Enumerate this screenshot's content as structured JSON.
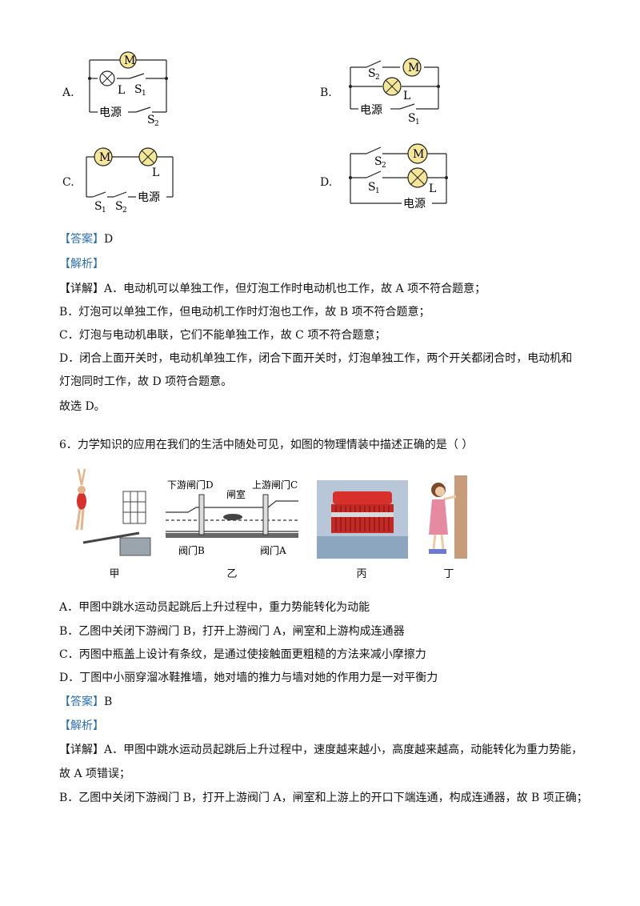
{
  "circuits": [
    {
      "letter": "A.",
      "m": "M",
      "l": "L",
      "s1": "S",
      "s1sub": "1",
      "s2": "S",
      "s2sub": "2",
      "power": "电源"
    },
    {
      "letter": "B.",
      "m": "M",
      "l": "L",
      "s1": "S",
      "s1sub": "1",
      "s2": "S",
      "s2sub": "2",
      "power": "电源"
    },
    {
      "letter": "C.",
      "m": "M",
      "l": "L",
      "s1": "S",
      "s1sub": "1",
      "s2": "S",
      "s2sub": "2",
      "power": "电源"
    },
    {
      "letter": "D.",
      "m": "M",
      "l": "L",
      "s1": "S",
      "s1sub": "1",
      "s2": "S",
      "s2sub": "2",
      "power": "电源"
    }
  ],
  "q5": {
    "answer_tag": "【答案】",
    "answer": "D",
    "analysis_tag": "【解析】",
    "detail_tag": "【详解】",
    "lines": [
      "A．电动机可以单独工作，但灯泡工作时电动机也工作，故 A 项不符合题意；",
      "B．灯泡可以单独工作，但电动机工作时灯泡也工作，故 B 项不符合题意；",
      "C．灯泡与电动机串联，它们不能单独工作，故 C 项不符合题意；",
      "D．闭合上面开关时，电动机单独工作，闭合下面开关时，灯泡单独工作，两个开关都闭合时，电动机和",
      "灯泡同时工作，故 D 项符合题意。",
      "故选 D。"
    ]
  },
  "q6": {
    "stem": "6．力学知识的应用在我们的生活中随处可见，如图的物理情装中描述正确的是（        ）",
    "figures": {
      "jia": "甲",
      "yi": "乙",
      "bing": "丙",
      "ding": "丁",
      "yi_labels": {
        "downstream_gate": "下游闸门D",
        "lock_chamber": "闸室",
        "upstream_gate": "上游闸门C",
        "valve_b": "阀门B",
        "valve_a": "阀门A"
      }
    },
    "options": [
      "A．甲图中跳水运动员起跳后上升过程中，重力势能转化为动能",
      "B．乙图中关闭下游阀门 B，打开上游阀门 A，闸室和上游构成连通器",
      "C．丙图中瓶盖上设计有条纹，是通过使接触面更粗糙的方法来减小摩擦力",
      "D．丁图中小丽穿溜冰鞋推墙，她对墙的推力与墙对她的作用力是一对平衡力"
    ],
    "answer_tag": "【答案】",
    "answer": "B",
    "analysis_tag": "【解析】",
    "detail_tag": "【详解】",
    "lines": [
      "A．甲图中跳水运动员起跳后上升过程中，速度越来越小，高度越来越高，动能转化为重力势能，",
      "故 A 项错误；",
      "B．乙图中关闭下游阀门 B，打开上游阀门 A，闸室和上游上的开口下端连通，构成连通器，故 B 项正确；"
    ]
  },
  "colors": {
    "answer_blue": "#2c6fb0",
    "cap_red": "#d8302b"
  }
}
